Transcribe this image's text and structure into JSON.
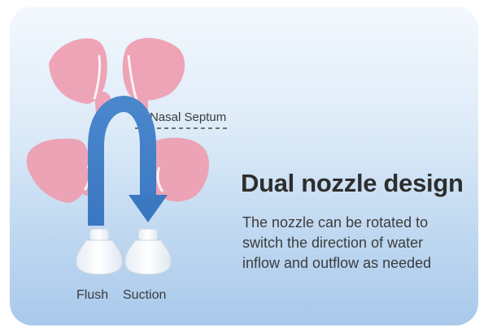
{
  "labels": {
    "septum": "Nasal Septum",
    "flush": "Flush",
    "suction": "Suction"
  },
  "feature": {
    "title": "Dual nozzle design",
    "description_lines": [
      "The nozzle can be rotated to",
      "switch the direction of water",
      "inflow and outflow as needed"
    ]
  },
  "colors": {
    "tissue": "#ee9eb0",
    "flow_arrow": "#4a86cc",
    "title_text": "#2e2e2e",
    "body_text": "#3c3c3c"
  },
  "icons": {
    "flow": "u-turn-arrow",
    "nozzle": "nozzle-tip"
  }
}
